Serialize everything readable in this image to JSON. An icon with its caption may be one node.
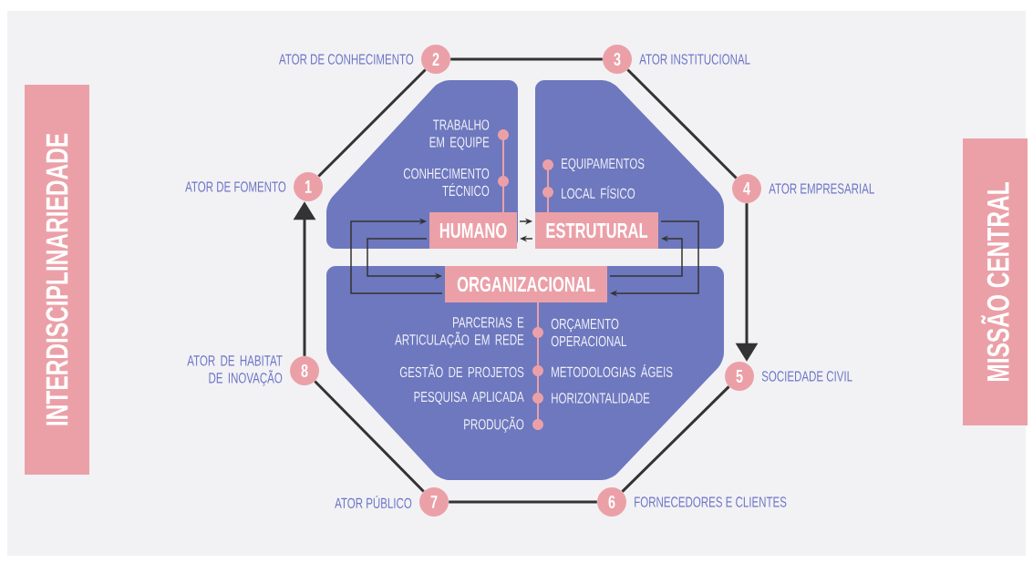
{
  "diagram": {
    "nodes": [
      {
        "text": [
          "1"
        ],
        "beside": [
          "ATOR DE FOMENTO"
        ]
      },
      {
        "text": [
          "2"
        ],
        "beside": [
          "ATOR DE CONHECIMENTO"
        ]
      },
      {
        "text": [
          "3"
        ],
        "beside": [
          "ATOR INSTITUCIONAL"
        ]
      },
      {
        "text": [
          "4"
        ],
        "beside": [
          "ATOR EMPRESARIAL"
        ]
      },
      {
        "text": [
          "5"
        ],
        "beside": [
          "SOCIEDADE CIVIL"
        ]
      },
      {
        "text": [
          "6"
        ],
        "beside": [
          "FORNECEDORES E CLIENTES"
        ]
      },
      {
        "text": [
          "7"
        ],
        "beside": [
          "ATOR PÚBLICO"
        ]
      },
      {
        "text": [
          "8"
        ],
        "beside": [
          "ATOR DE HABITAT DE INOVAÇÃO"
        ]
      },
      {
        "text": [
          "INTERDISCIPLINARIEDADE"
        ]
      },
      {
        "text": [
          "MISSÃO CENTRAL"
        ]
      },
      {
        "text": [
          "TRABALHO EM EQUIPE",
          "CONHECIMENTO TÉCNICO"
        ]
      },
      {
        "text": [
          "HUMANO"
        ],
        "in": 10
      },
      {
        "text": [
          "EQUIPAMENTOS",
          "LOCAL FÍSICO"
        ]
      },
      {
        "text": [
          "ESTRUTURAL"
        ],
        "in": 12
      },
      {
        "text": [
          "PARCERIAS E ARTICULAÇÃO EM REDE",
          "ORÇAMENTO OPERACIONAL",
          "GESTÃO DE PROJETOS",
          "METODOLOGIAS ÁGEIS",
          "PESQUISA APLICADA",
          "HORIZONTALIDADE",
          "PRODUÇÃO"
        ]
      },
      {
        "text": [
          "ORGANIZACIONAL"
        ],
        "in": 14
      }
    ],
    "edges": [
      {
        "from": 0,
        "to": 1,
        "arrow": "none"
      },
      {
        "from": 1,
        "to": 2,
        "arrow": "none"
      },
      {
        "from": 2,
        "to": 3,
        "arrow": "none"
      },
      {
        "from": 3,
        "to": 4,
        "arrow": "to"
      },
      {
        "from": 4,
        "to": 5,
        "arrow": "none"
      },
      {
        "from": 5,
        "to": 6,
        "arrow": "none"
      },
      {
        "from": 6,
        "to": 7,
        "arrow": "none"
      },
      {
        "from": 7,
        "to": 0,
        "arrow": "to"
      },
      {
        "from": 11,
        "to": 13,
        "arrow": "to"
      },
      {
        "from": 13,
        "to": 11,
        "arrow": "to"
      },
      {
        "from": 11,
        "to": 15,
        "arrow": "to"
      },
      {
        "from": 15,
        "to": 11,
        "arrow": "to"
      },
      {
        "from": 13,
        "to": 15,
        "arrow": "to"
      },
      {
        "from": 15,
        "to": 13,
        "arrow": "to"
      }
    ]
  }
}
